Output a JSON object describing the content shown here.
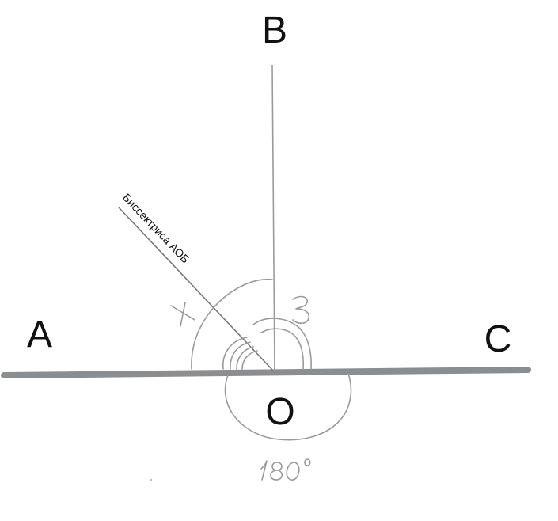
{
  "points": {
    "a": "A",
    "b": "B",
    "c": "C",
    "o": "O"
  },
  "bisector_label": "Биссектриса АОБ",
  "angle_marks": {
    "x": "x",
    "three": "3",
    "total": "180°"
  },
  "colors": {
    "straight_line": "#8a8e91",
    "thin_lines": "#9a9a9a",
    "handwriting": "#a0a0a0",
    "text": "#111111"
  }
}
